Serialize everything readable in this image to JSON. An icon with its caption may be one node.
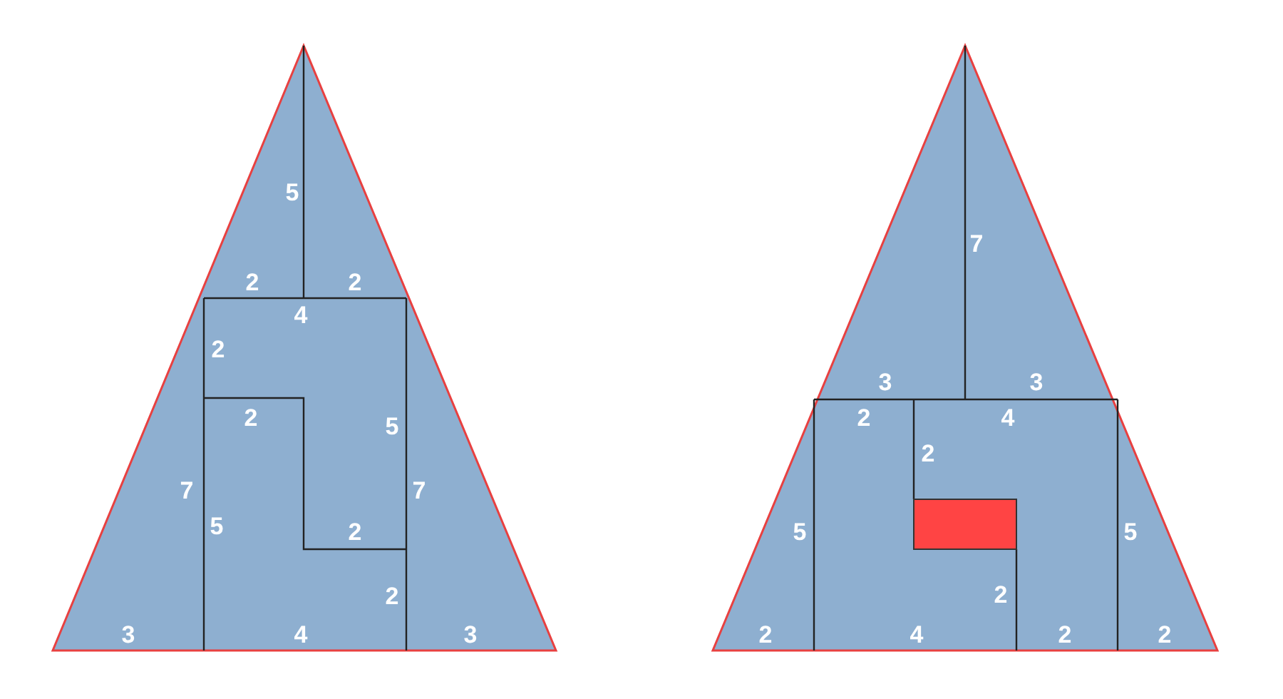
{
  "diagram": {
    "labels": [
      "5",
      "2",
      "2",
      "4",
      "2",
      "2",
      "5",
      "7",
      "7",
      "5",
      "2",
      "2",
      "3",
      "4",
      "3",
      "7",
      "3",
      "3",
      "2",
      "4",
      "2",
      "5",
      "5",
      "2",
      "2",
      "4",
      "2",
      "2"
    ]
  }
}
